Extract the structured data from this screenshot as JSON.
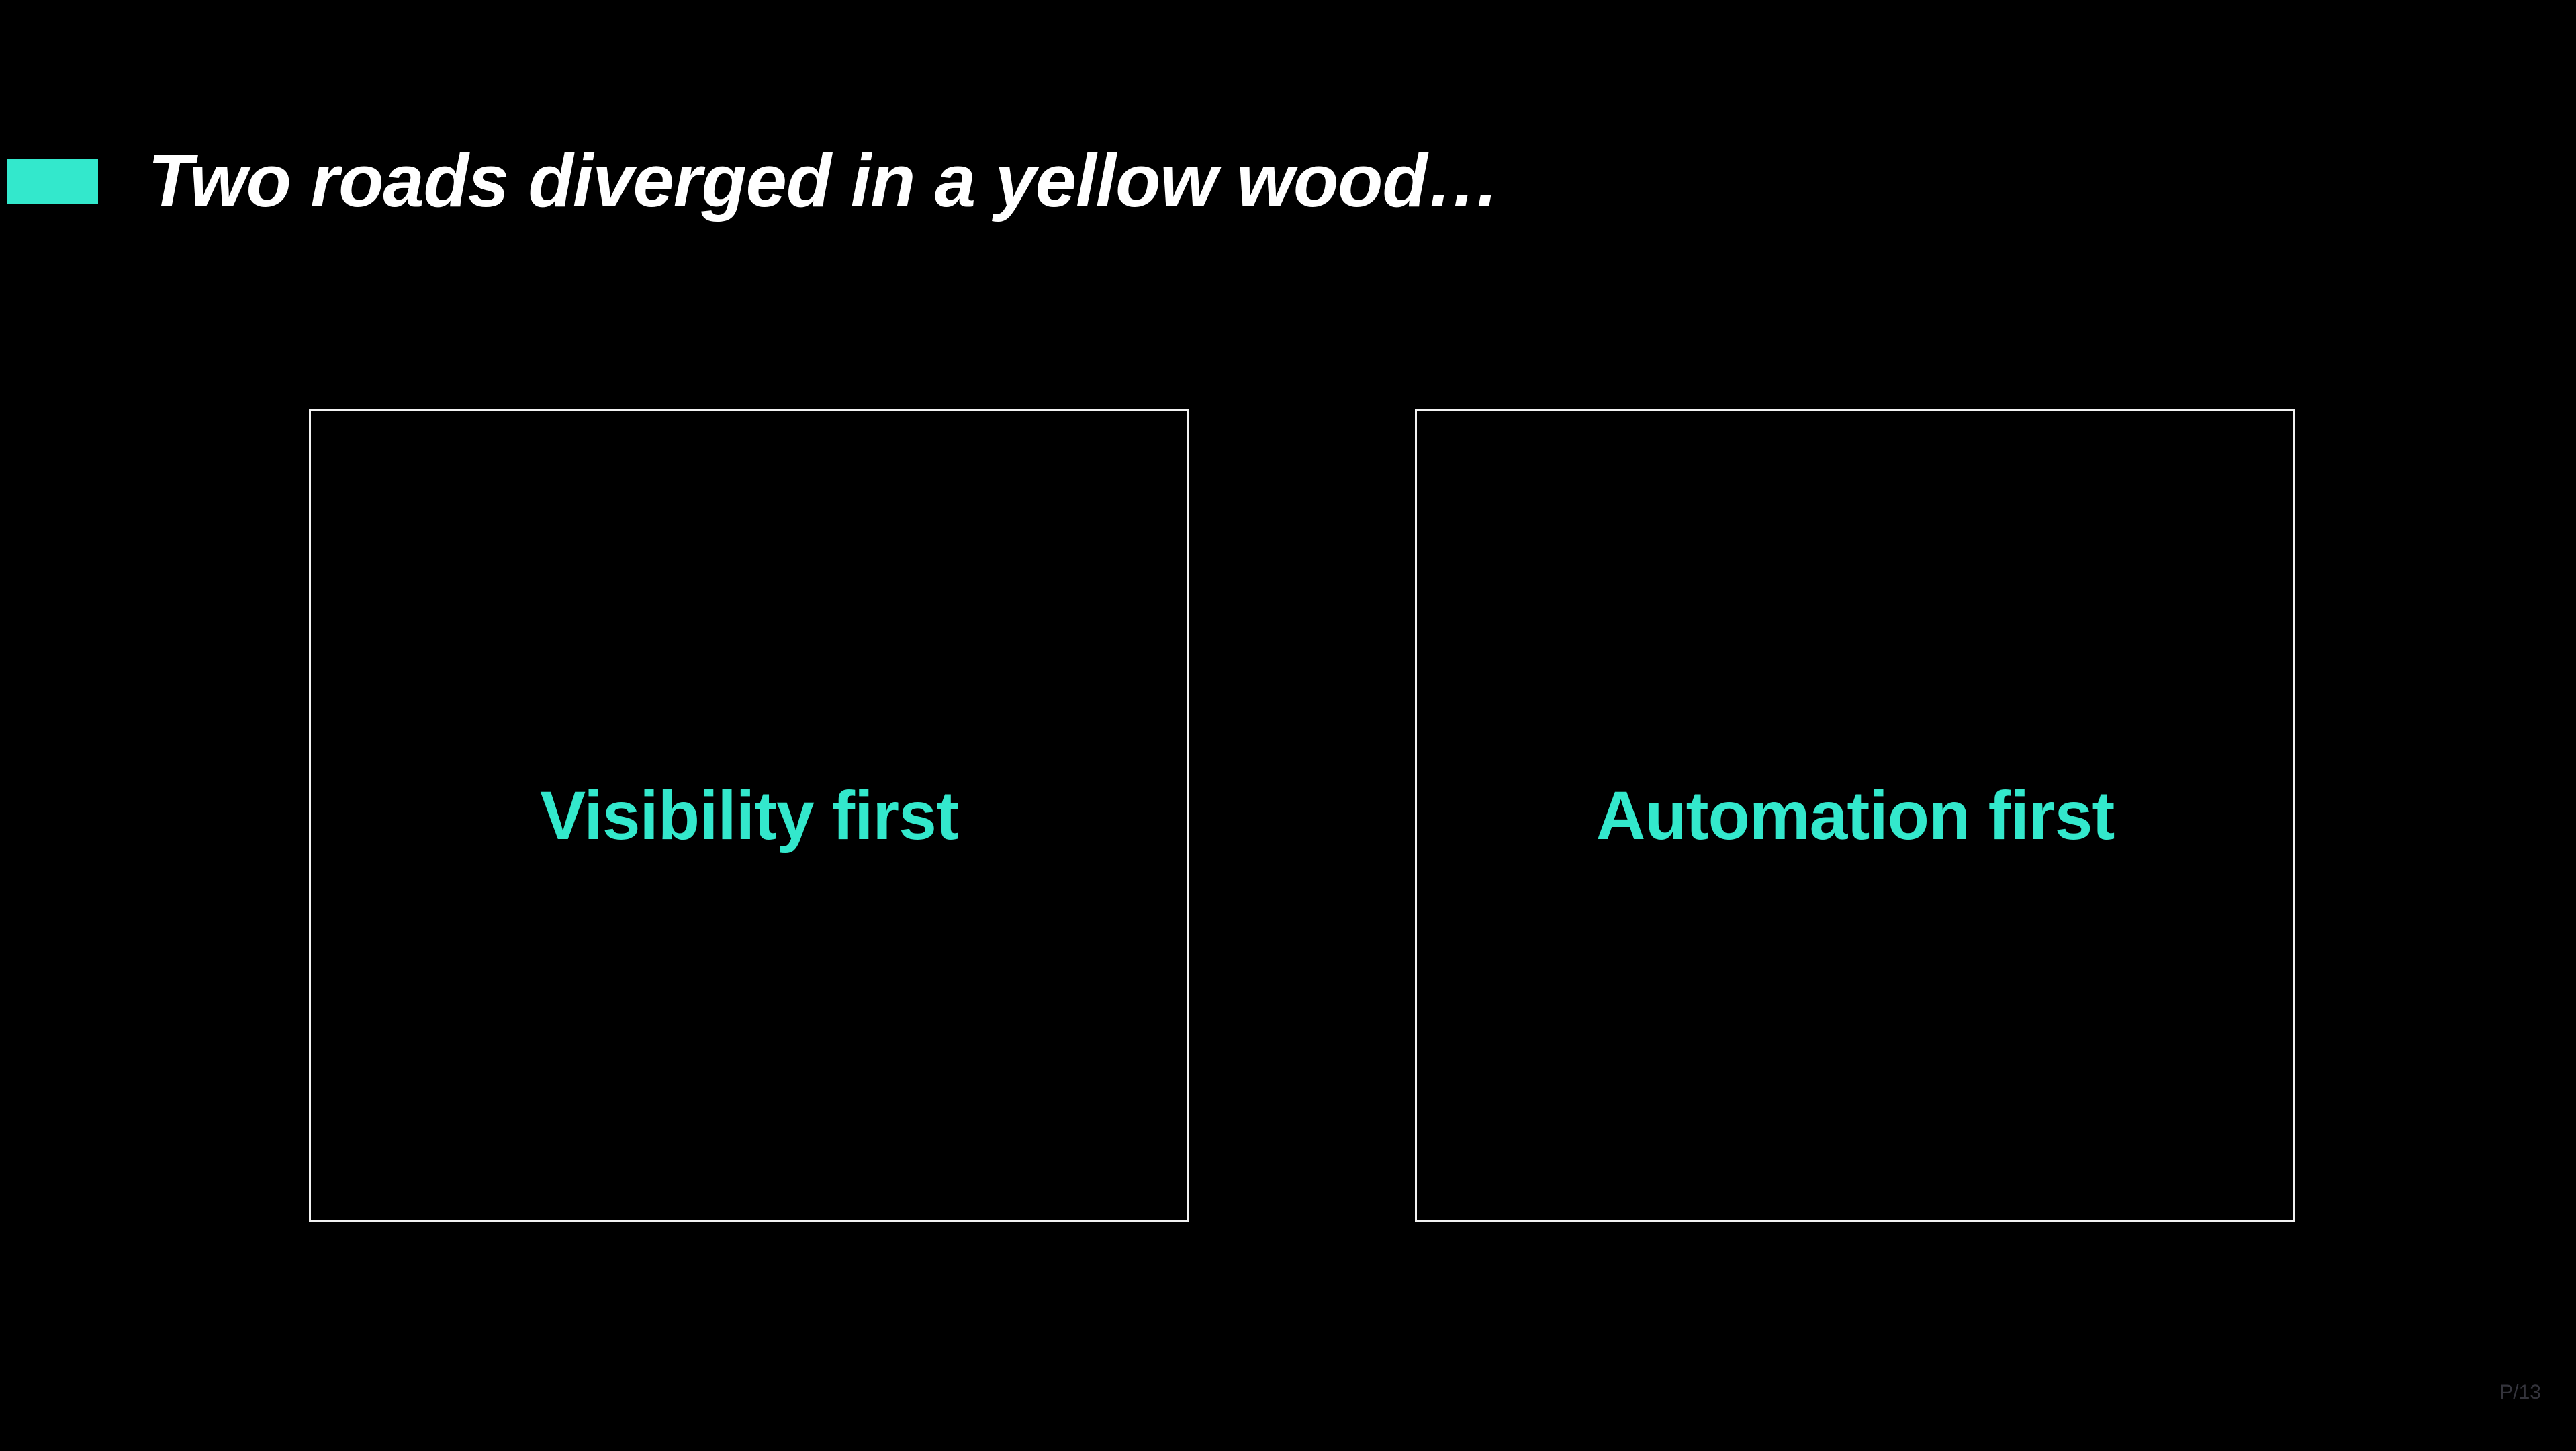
{
  "slide": {
    "title": "Two roads diverged in a yellow wood…",
    "page_number": "P/13",
    "cards": [
      {
        "label": "Visibility first"
      },
      {
        "label": "Automation first"
      }
    ],
    "colors": {
      "background": "#000000",
      "accent": "#33E8CC",
      "title_text": "#ffffff",
      "card_border": "#f2f2f2",
      "card_text": "#33E8CC",
      "page_number_text": "#34343c"
    }
  }
}
